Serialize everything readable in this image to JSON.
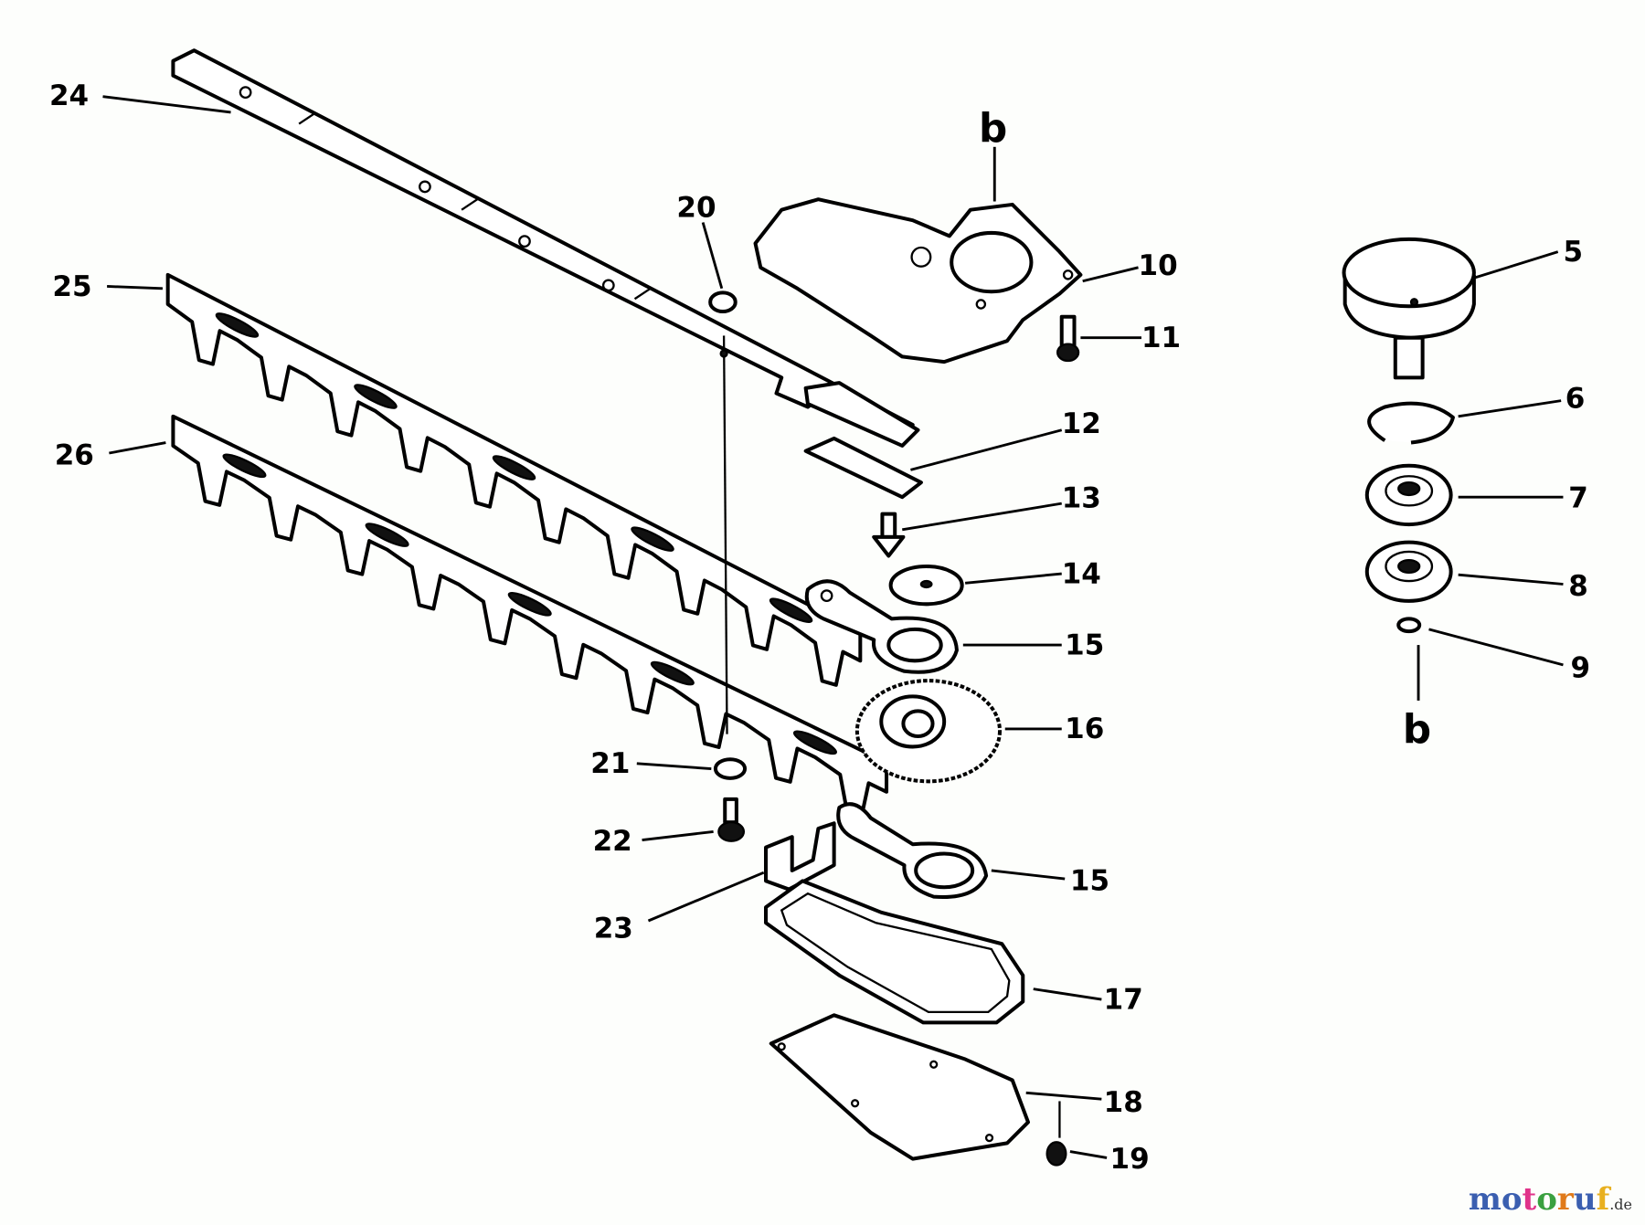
{
  "diagram": {
    "labels": [
      "24",
      "25",
      "26",
      "20",
      "b",
      "10",
      "5",
      "11",
      "12",
      "6",
      "13",
      "7",
      "14",
      "8",
      "15",
      "9",
      "b",
      "16",
      "21",
      "22",
      "15",
      "23",
      "17",
      "18",
      "19"
    ]
  },
  "watermark": {
    "letters": [
      "m",
      "o",
      "t",
      "o",
      "r",
      "u",
      "f"
    ],
    "suffix": ".de",
    "colors": [
      "#3b5fb0",
      "#3b5fb0",
      "#e0338a",
      "#3aa040",
      "#e07a1a",
      "#3b5fb0",
      "#e8b020"
    ]
  }
}
